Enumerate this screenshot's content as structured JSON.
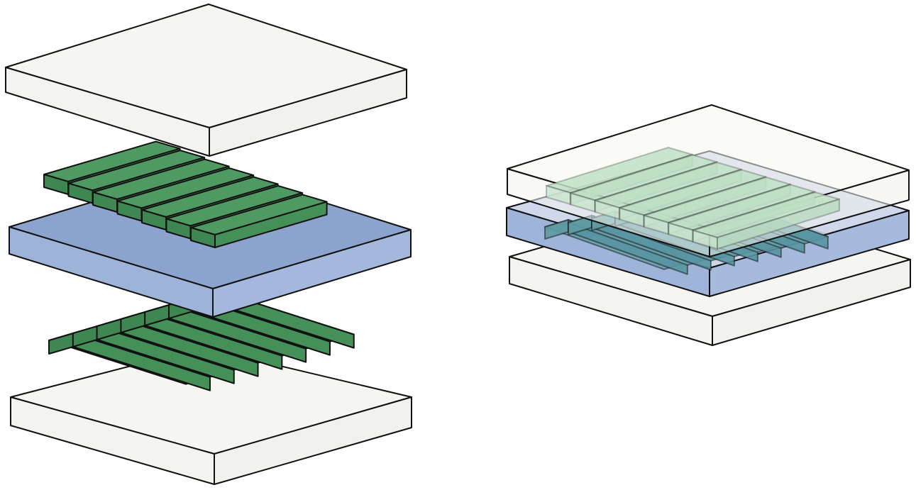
{
  "figure": {
    "description_free": true,
    "colors": {
      "plate_face": "#f5f6f1",
      "plate_side": "#f2f3ee",
      "electrode": "#4f9a62",
      "electrode_side": "#3e8752",
      "middle_layer": "#8ea6cf",
      "middle_layer_side": "#a1b6da",
      "outline": "#111111",
      "ghost_electrode": "#bfe0c6",
      "ghost_electrode_lower": "#5d9aa2"
    },
    "exploded_view": {
      "layers": [
        "top-plate",
        "top-electrodes",
        "middle-layer",
        "bottom-electrodes",
        "bottom-plate"
      ],
      "top_electrode_count": 7,
      "bottom_electrode_count": 7
    },
    "assembled_view": {
      "layers": [
        "top-plate",
        "middle-layer",
        "bottom-plate"
      ],
      "electrode_count_top": 7,
      "electrode_count_bottom": 7
    }
  }
}
